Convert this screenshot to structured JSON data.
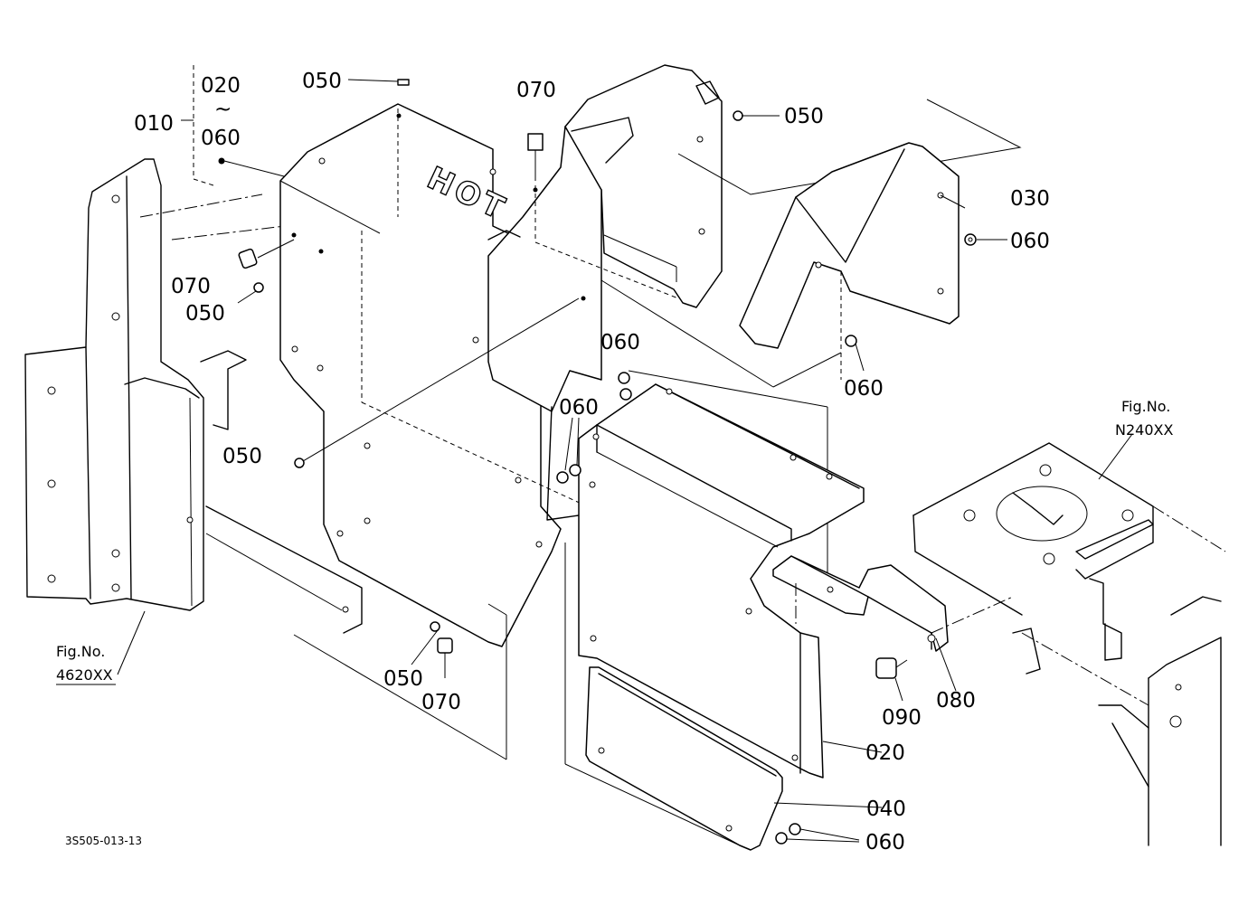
{
  "diagram": {
    "assembly": {
      "label": "010",
      "range_start": "020",
      "range_sep": "~",
      "range_end": "060"
    },
    "embossed_text": "HOT",
    "figure_refs": [
      {
        "title": "Fig.No.",
        "code": "4620XX"
      },
      {
        "title": "Fig.No.",
        "code": "N240XX"
      }
    ],
    "callouts": [
      {
        "id": "c1",
        "text": "050"
      },
      {
        "id": "c2",
        "text": "070"
      },
      {
        "id": "c3",
        "text": "050"
      },
      {
        "id": "c4",
        "text": "030"
      },
      {
        "id": "c5",
        "text": "060"
      },
      {
        "id": "c6",
        "text": "070"
      },
      {
        "id": "c7",
        "text": "050"
      },
      {
        "id": "c8",
        "text": "060"
      },
      {
        "id": "c9",
        "text": "060"
      },
      {
        "id": "c10",
        "text": "060"
      },
      {
        "id": "c11",
        "text": "050"
      },
      {
        "id": "c12",
        "text": "050"
      },
      {
        "id": "c13",
        "text": "070"
      },
      {
        "id": "c14",
        "text": "090"
      },
      {
        "id": "c15",
        "text": "080"
      },
      {
        "id": "c16",
        "text": "020"
      },
      {
        "id": "c17",
        "text": "040"
      },
      {
        "id": "c18",
        "text": "060"
      }
    ],
    "drawing_code": "3S505-013-13"
  }
}
